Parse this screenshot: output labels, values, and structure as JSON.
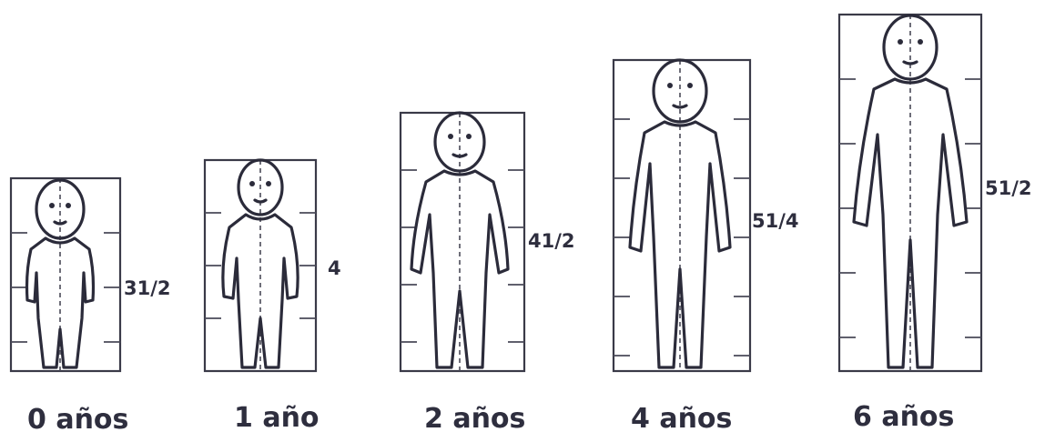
{
  "figures": [
    {
      "age_label": "0 años",
      "ratio_label": "31/2"
    },
    {
      "age_label": "1 año",
      "ratio_label": "4"
    },
    {
      "age_label": "2 años",
      "ratio_label": "41/2"
    },
    {
      "age_label": "4 años",
      "ratio_label": "51/4"
    },
    {
      "age_label": "6 años",
      "ratio_label": "51/2"
    }
  ],
  "colors": {
    "ink": "#2b2b3a",
    "paper": "#ffffff"
  }
}
